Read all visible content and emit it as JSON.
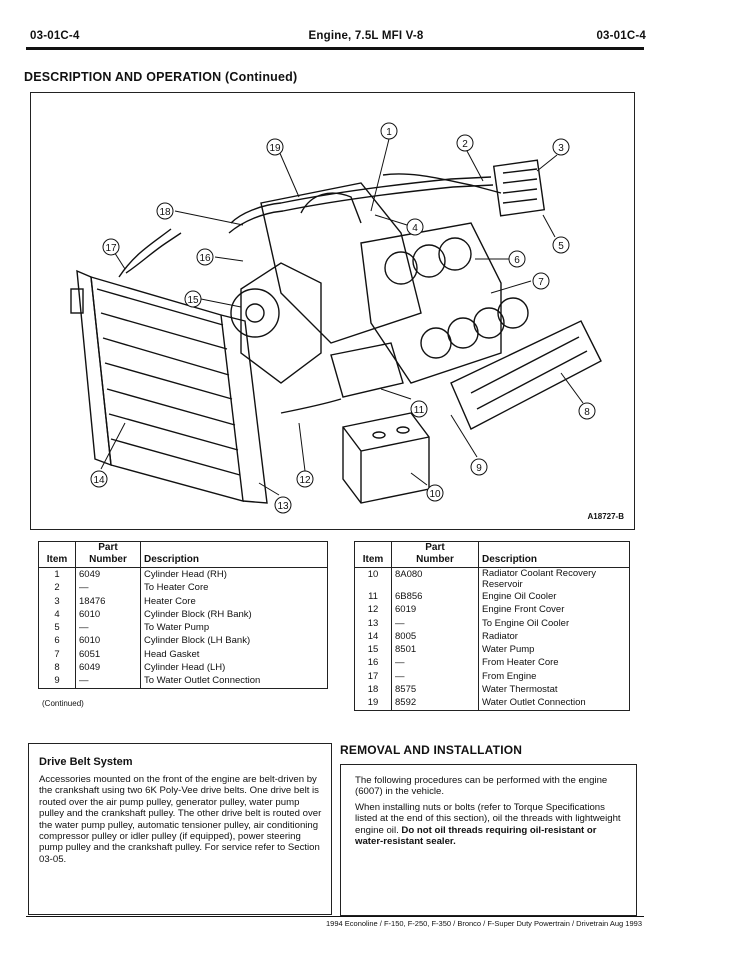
{
  "header": {
    "page_code_left": "03-01C-4",
    "title": "Engine, 7.5L MFI V-8",
    "page_code_right": "03-01C-4"
  },
  "section_title": "DESCRIPTION AND OPERATION (Continued)",
  "figure": {
    "figure_id": "A18727-B",
    "callouts": [
      "1",
      "2",
      "3",
      "4",
      "5",
      "6",
      "7",
      "8",
      "9",
      "10",
      "11",
      "12",
      "13",
      "14",
      "15",
      "16",
      "17",
      "18",
      "19"
    ]
  },
  "parts_table_left": {
    "headers": {
      "item": "Item",
      "part_l1": "Part",
      "part_l2": "Number",
      "description": "Description"
    },
    "rows": [
      {
        "item": "1",
        "part": "6049",
        "description": "Cylinder Head (RH)"
      },
      {
        "item": "2",
        "part": "—",
        "description": "To Heater Core"
      },
      {
        "item": "3",
        "part": "18476",
        "description": "Heater Core"
      },
      {
        "item": "4",
        "part": "6010",
        "description": "Cylinder Block (RH Bank)"
      },
      {
        "item": "5",
        "part": "—",
        "description": "To Water Pump"
      },
      {
        "item": "6",
        "part": "6010",
        "description": "Cylinder Block (LH Bank)"
      },
      {
        "item": "7",
        "part": "6051",
        "description": "Head Gasket"
      },
      {
        "item": "8",
        "part": "6049",
        "description": "Cylinder Head (LH)"
      },
      {
        "item": "9",
        "part": "—",
        "description": "To Water Outlet Connection"
      }
    ],
    "continued_note": "(Continued)"
  },
  "parts_table_right": {
    "headers": {
      "item": "Item",
      "part_l1": "Part",
      "part_l2": "Number",
      "description": "Description"
    },
    "rows": [
      {
        "item": "10",
        "part": "8A080",
        "description": "Radiator Coolant Recovery Reservoir"
      },
      {
        "item": "11",
        "part": "6B856",
        "description": "Engine Oil Cooler"
      },
      {
        "item": "12",
        "part": "6019",
        "description": "Engine Front Cover"
      },
      {
        "item": "13",
        "part": "—",
        "description": "To Engine Oil Cooler"
      },
      {
        "item": "14",
        "part": "8005",
        "description": "Radiator"
      },
      {
        "item": "15",
        "part": "8501",
        "description": "Water Pump"
      },
      {
        "item": "16",
        "part": "—",
        "description": "From Heater Core"
      },
      {
        "item": "17",
        "part": "—",
        "description": "From Engine"
      },
      {
        "item": "18",
        "part": "8575",
        "description": "Water Thermostat"
      },
      {
        "item": "19",
        "part": "8592",
        "description": "Water Outlet Connection"
      }
    ]
  },
  "drive_belt": {
    "heading": "Drive Belt System",
    "body": "Accessories mounted on the front of the engine are belt-driven by the crankshaft using two 6K Poly-Vee drive belts. One drive belt is routed over the air pump pulley, generator pulley, water pump pulley and the crankshaft pulley. The other drive belt is routed over the water pump pulley, automatic tensioner pulley, air conditioning compressor pulley or idler pulley (if equipped), power steering pump pulley and the crankshaft pulley. For service refer to Section 03-05."
  },
  "removal": {
    "heading": "REMOVAL AND INSTALLATION",
    "paragraph1": "The following procedures can be performed with the engine (6007) in the vehicle.",
    "paragraph2": "When installing nuts or bolts (refer to Torque Specifications listed at the end of this section), oil the threads with lightweight engine oil.",
    "paragraph2_bold": "Do not oil threads requiring oil-resistant or water-resistant sealer."
  },
  "footer": "1994 Econoline / F-150, F-250, F-350 / Bronco / F-Super Duty Powertrain / Drivetrain Aug 1993"
}
